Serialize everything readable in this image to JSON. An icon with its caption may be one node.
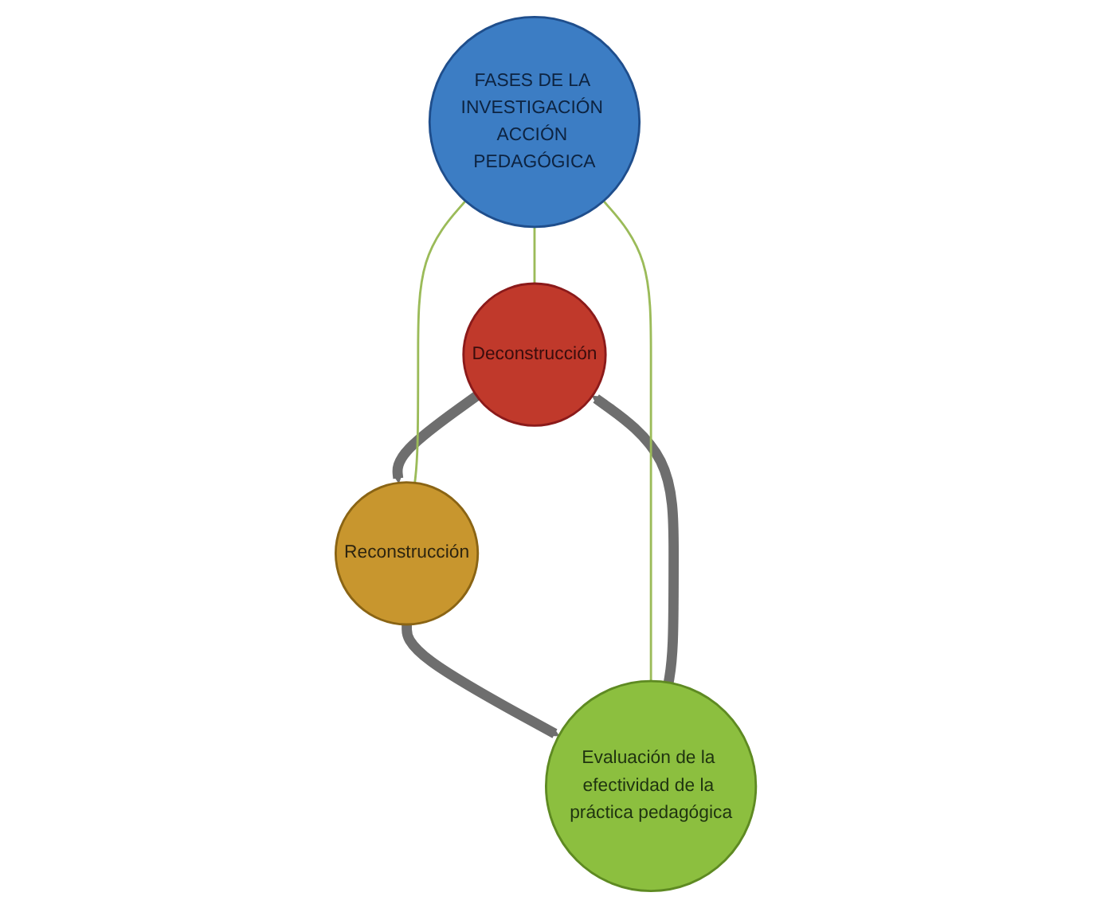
{
  "diagram": {
    "nodes": [
      {
        "text": [
          "Deconstrucción"
        ]
      },
      {
        "text": [
          "FASES DE LA INVESTIGACIÓN ACCIÓN PEDAGÓGICA"
        ]
      },
      {
        "text": [
          "Evaluación de la efectividad de la práctica pedagógica"
        ]
      },
      {
        "text": [
          "Reconstrucción"
        ]
      }
    ],
    "edges": [
      {
        "from": 0,
        "to": 3,
        "arrow": "to",
        "style": "thick"
      },
      {
        "from": 3,
        "to": 2,
        "arrow": "to",
        "style": "thick"
      },
      {
        "from": 2,
        "to": 0,
        "arrow": "to",
        "style": "thick"
      },
      {
        "from": 1,
        "to": 0,
        "arrow": "none",
        "color": "#9bbb59"
      },
      {
        "from": 1,
        "to": 2,
        "arrow": "none",
        "color": "#9bbb59"
      },
      {
        "from": 1,
        "to": 3,
        "arrow": "none",
        "color": "#9bbb59"
      }
    ]
  }
}
